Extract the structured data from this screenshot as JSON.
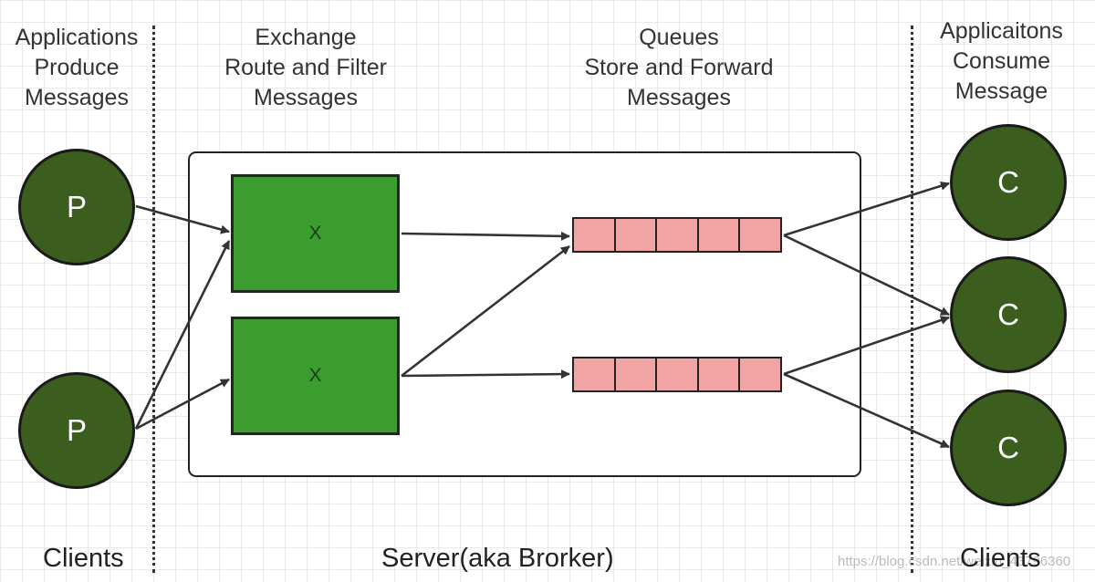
{
  "headers": {
    "producers": "Applications\nProduce\nMessages",
    "exchange": "Exchange\nRoute and Filter\nMessages",
    "queues": "Queues\nStore and Forward\nMessages",
    "consumers": "Applicaitons\nConsume\nMessage"
  },
  "footer": {
    "clients_left": "Clients",
    "server": "Server(aka Brorker)",
    "clients_right": "Clients"
  },
  "producers": [
    {
      "label": "P"
    },
    {
      "label": "P"
    }
  ],
  "exchanges": [
    {
      "label": "X"
    },
    {
      "label": "X"
    }
  ],
  "consumers": [
    {
      "label": "C"
    },
    {
      "label": "C"
    },
    {
      "label": "C"
    }
  ],
  "watermark": "https://blog.csdn.net/weixin_43796360",
  "colors": {
    "node_fill": "#3b5e1e",
    "exchange_fill": "#3c9d2f",
    "queue_fill": "#f2a3a3",
    "arrow": "#333333"
  }
}
